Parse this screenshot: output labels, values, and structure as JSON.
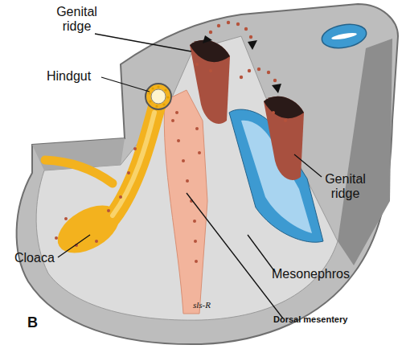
{
  "diagram": {
    "labels": [
      "Genital ridge",
      "Hindgut",
      "Genital ridge",
      "Cloaca",
      "Mesonephros",
      "Dorsal mesentery",
      "B",
      "sls-R"
    ]
  }
}
